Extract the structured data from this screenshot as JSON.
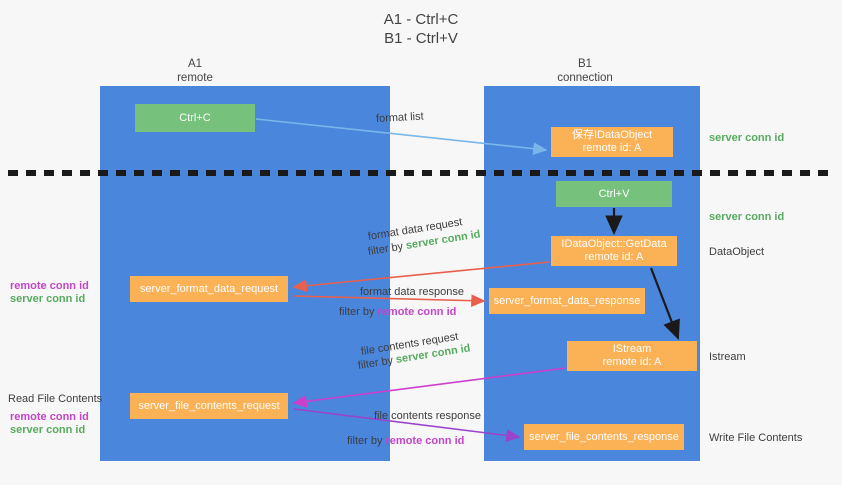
{
  "title": {
    "line1": "A1 - Ctrl+C",
    "line2": "B1 - Ctrl+V"
  },
  "columns": [
    {
      "id": "a1",
      "name": "A1",
      "sub": "remote"
    },
    {
      "id": "b1",
      "name": "B1",
      "sub": "connection"
    }
  ],
  "colors": {
    "lane": "#4a86dc",
    "green_box": "#76c17c",
    "orange_box": "#fbb155",
    "server_conn_id": "#57ab5f",
    "remote_conn_id": "#c545c8",
    "arrow_blue": "#7ab6ea",
    "arrow_red": "#e8604c",
    "arrow_magenta": "#cc3fcc",
    "arrow_purple": "#9b43c9",
    "arrow_black": "#1a1a1a",
    "background": "#f7f7f7"
  },
  "nodes": {
    "ctrl_c": {
      "line1": "Ctrl+C",
      "line2": ""
    },
    "idataobject": {
      "line1": "保存IDataObject",
      "line2": "remote id: A"
    },
    "ctrl_v": {
      "line1": "Ctrl+V",
      "line2": ""
    },
    "getdata": {
      "line1": "IDataObject::GetData",
      "line2": "remote id: A"
    },
    "server_format_data_request": {
      "line1": "server_format_data_request",
      "line2": ""
    },
    "server_format_data_response": {
      "line1": "server_format_data_response",
      "line2": ""
    },
    "istream": {
      "line1": "IStream",
      "line2": "remote id: A"
    },
    "server_file_contents_request": {
      "line1": "server_file_contents_request",
      "line2": ""
    },
    "server_file_contents_response": {
      "line1": "server_file_contents_response",
      "line2": ""
    }
  },
  "edge_labels": {
    "format_list": "format list",
    "format_data_request": "format data request",
    "format_data_request_filter_prefix": "filter by ",
    "format_data_request_filter_key": "server conn id",
    "format_data_response": "format data response",
    "format_data_response_filter_prefix": "filter by ",
    "format_data_response_filter_key": "remote conn id",
    "file_contents_request": "file contents request",
    "file_contents_request_filter_prefix": "filter by ",
    "file_contents_request_filter_key": "server conn id",
    "file_contents_response": "file contents response",
    "file_contents_response_filter_prefix": "filter by ",
    "file_contents_response_filter_key": "remote conn id"
  },
  "right_labels": {
    "server_conn_id_top": "server conn id",
    "server_conn_id_mid": "server conn id",
    "dataobject": "DataObject",
    "istream": "Istream",
    "write_file_contents": "Write File Contents"
  },
  "left_labels": {
    "remote_conn_id_1": "remote conn id",
    "server_conn_id_1": "server conn id",
    "read_file_contents": "Read File Contents",
    "remote_conn_id_2": "remote conn id",
    "server_conn_id_2": "server conn id"
  }
}
